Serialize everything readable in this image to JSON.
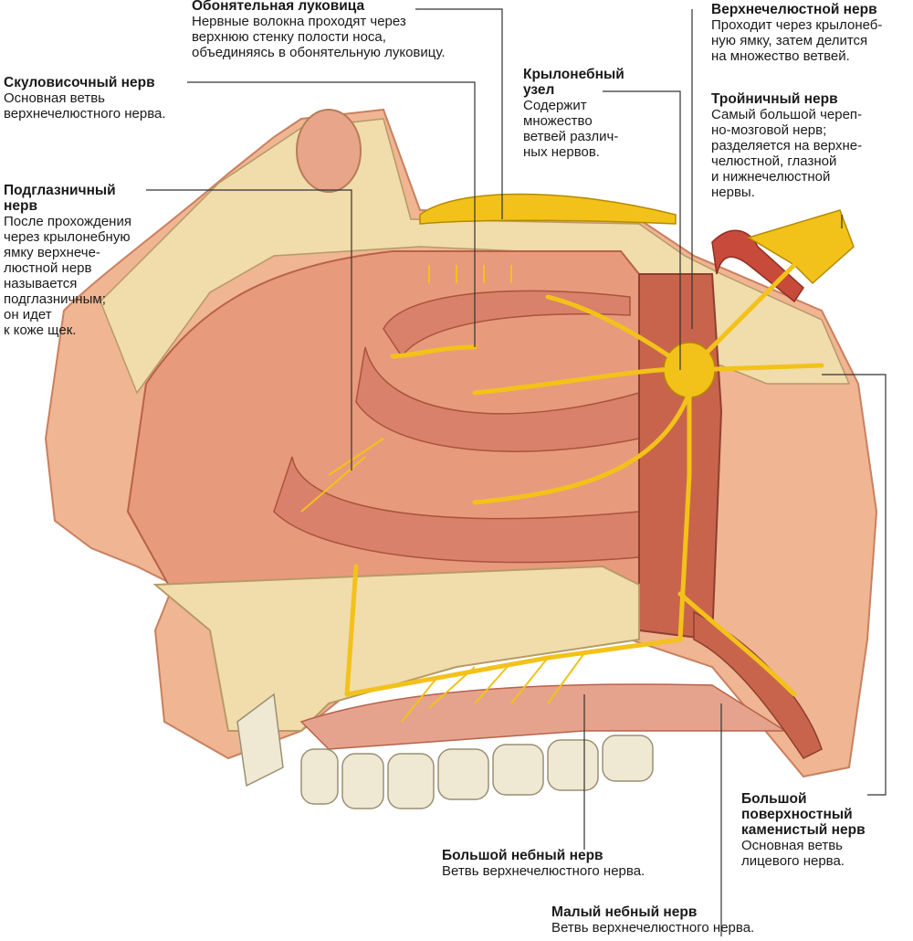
{
  "labels": {
    "olfactory_bulb": {
      "title": "Обонятельная луковица",
      "desc": "Нервные волокна проходят через\nверхнюю стенку полости носа,\nобъединяясь в обонятельную луковицу."
    },
    "zygomaticotemporal": {
      "title": "Скуловисочный нерв",
      "desc": "Основная ветвь\nверхнечелюстного нерва."
    },
    "infraorbital": {
      "title": "Подглазничный\nнерв",
      "desc": "После прохождения\nчерез крылонебную\nямку верхнече-\nлюстной нерв\nназывается\nподглазничным;\nон идет\nк коже щек."
    },
    "pterygopalatine": {
      "title": "Крылонебный\nузел",
      "desc": "Содержит\nмножество\nветвей различ-\nных нервов."
    },
    "maxillary": {
      "title": "Верхнечелюстной нерв",
      "desc": "Проходит через крылонеб-\nную ямку, затем делится\nна множество ветвей."
    },
    "trigeminal": {
      "title": "Тройничный нерв",
      "desc": "Самый большой череп-\nно-мозговой нерв;\nразделяется на верхне-\nчелюстной, глазной\nи нижнечелюстной\nнервы."
    },
    "greater_petrosal": {
      "title": "Большой\nповерхностный\nкаменистый нерв",
      "desc": "Основная ветвь\nлицевого нерва."
    },
    "greater_palatine": {
      "title": "Большой небный нерв",
      "desc": "Ветвь верхнечелюстного нерва."
    },
    "lesser_palatine": {
      "title": "Малый небный нерв",
      "desc": "Ветвь верхнечелюстного нерва."
    }
  },
  "colors": {
    "nerve": "#f3c21a",
    "mucosa": "#e89a7c",
    "mucosa_dark": "#c9644c",
    "bone": "#f1dcab",
    "leader": "#333333"
  }
}
